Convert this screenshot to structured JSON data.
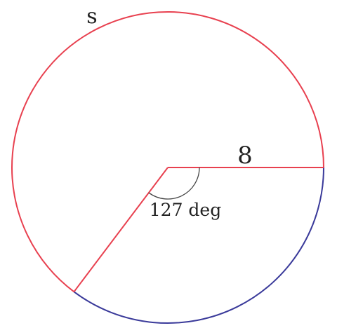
{
  "diagram": {
    "arc_label": "s",
    "radius_label": "8",
    "angle_label": "127 deg",
    "angle_degrees": 127,
    "radius_value": 8,
    "colors": {
      "major_arc": "#e8404f",
      "minor_arc": "#3a3a9a",
      "radii": "#e8404f",
      "angle_mark": "#444444",
      "text": "#222222"
    }
  }
}
